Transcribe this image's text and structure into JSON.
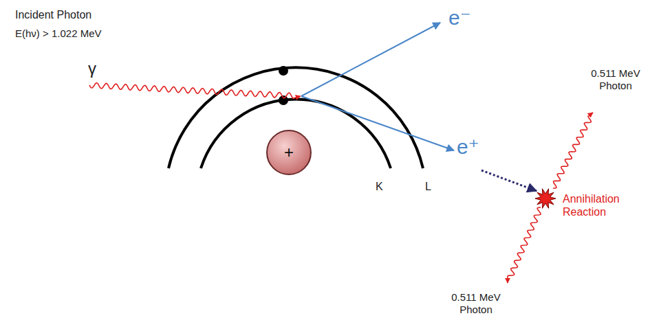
{
  "diagram": {
    "nodes": [
      {
        "text": [
          "+"
        ]
      }
    ],
    "labels": [
      "Incident Photon",
      "E(hν) > 1.022 MeV",
      "γ",
      "e⁻",
      "e⁺",
      "K",
      "L",
      "0.511 MeV Photon",
      "Annihilation Reaction",
      "0.511 MeV Photon"
    ]
  }
}
